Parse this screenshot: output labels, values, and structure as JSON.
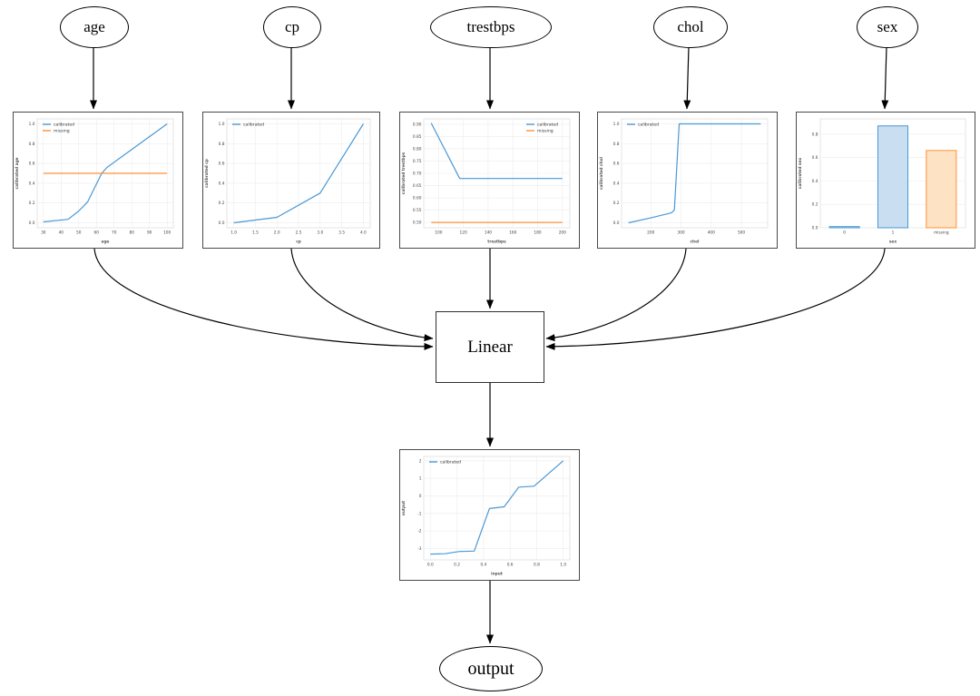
{
  "diagram": {
    "nodes": {
      "age": "age",
      "cp": "cp",
      "trestbps": "trestbps",
      "chol": "chol",
      "sex": "sex",
      "linear": "Linear",
      "output": "output"
    },
    "edges": [
      {
        "from": "age",
        "to": "age calibration plot"
      },
      {
        "from": "cp",
        "to": "cp calibration plot"
      },
      {
        "from": "trestbps",
        "to": "trestbps calibration plot"
      },
      {
        "from": "chol",
        "to": "chol calibration plot"
      },
      {
        "from": "sex",
        "to": "sex calibration plot"
      },
      {
        "from": "age calibration plot",
        "to": "Linear"
      },
      {
        "from": "cp calibration plot",
        "to": "Linear"
      },
      {
        "from": "trestbps calibration plot",
        "to": "Linear"
      },
      {
        "from": "chol calibration plot",
        "to": "Linear"
      },
      {
        "from": "sex calibration plot",
        "to": "Linear"
      },
      {
        "from": "Linear",
        "to": "output calibration plot"
      },
      {
        "from": "output calibration plot",
        "to": "output"
      }
    ]
  },
  "colors": {
    "calibrated_line": "#4a98d4",
    "missing_line": "#ff9136",
    "bar_fill_blue": "#c9def0",
    "bar_fill_orange": "#fde3c3",
    "edge": "#000000",
    "plot_border": "#4a4a4a",
    "grid": "#ececec"
  },
  "chart_data": [
    {
      "name": "age calibration",
      "type": "line",
      "xlabel": "age",
      "ylabel": "calibrated age",
      "xlim": [
        26.5,
        103.5
      ],
      "ylim": [
        -0.05,
        1.05
      ],
      "xticks": [
        30,
        40,
        50,
        60,
        70,
        80,
        90,
        100
      ],
      "xtick_labels": [
        "30",
        "40",
        "50",
        "60",
        "70",
        "80",
        "90",
        "100"
      ],
      "yticks": [
        0.0,
        0.2,
        0.4,
        0.6,
        0.8,
        1.0
      ],
      "ytick_labels": [
        "0.0",
        "0.2",
        "0.4",
        "0.6",
        "0.8",
        "1.0"
      ],
      "series": [
        {
          "name": "calibrated",
          "color": "#4a98d4",
          "points": [
            [
              30,
              0.01
            ],
            [
              44,
              0.035
            ],
            [
              50,
              0.12
            ],
            [
              55,
              0.21
            ],
            [
              63,
              0.5
            ],
            [
              66,
              0.56
            ],
            [
              100,
              1.0
            ]
          ]
        },
        {
          "name": "missing",
          "color": "#ff9136",
          "points": [
            [
              30,
              0.5
            ],
            [
              100,
              0.5
            ]
          ]
        }
      ],
      "legend": {
        "position": "top-left",
        "entries": [
          {
            "label": "calibrated",
            "color": "#4a98d4"
          },
          {
            "label": "missing",
            "color": "#ff9136"
          }
        ]
      }
    },
    {
      "name": "cp calibration",
      "type": "line",
      "xlabel": "cp",
      "ylabel": "calibrated cp",
      "xlim": [
        0.84,
        4.16
      ],
      "ylim": [
        -0.05,
        1.05
      ],
      "xticks": [
        1.0,
        1.5,
        2.0,
        2.5,
        3.0,
        3.5,
        4.0
      ],
      "xtick_labels": [
        "1.0",
        "1.5",
        "2.0",
        "2.5",
        "3.0",
        "3.5",
        "4.0"
      ],
      "yticks": [
        0.0,
        0.2,
        0.4,
        0.6,
        0.8,
        1.0
      ],
      "ytick_labels": [
        "0.0",
        "0.2",
        "0.4",
        "0.6",
        "0.8",
        "1.0"
      ],
      "series": [
        {
          "name": "calibrated",
          "color": "#4a98d4",
          "points": [
            [
              1.0,
              0.0
            ],
            [
              2.0,
              0.055
            ],
            [
              3.0,
              0.3
            ],
            [
              4.0,
              1.0
            ]
          ]
        }
      ],
      "legend": {
        "position": "top-left",
        "entries": [
          {
            "label": "calibrated",
            "color": "#4a98d4"
          }
        ]
      }
    },
    {
      "name": "trestbps calibration",
      "type": "line",
      "xlabel": "trestbps",
      "ylabel": "calibrated trestbps",
      "xlim": [
        88,
        206
      ],
      "ylim": [
        0.478,
        0.922
      ],
      "xticks": [
        100,
        120,
        140,
        160,
        180,
        200
      ],
      "xtick_labels": [
        "100",
        "120",
        "140",
        "160",
        "180",
        "200"
      ],
      "yticks": [
        0.5,
        0.55,
        0.6,
        0.65,
        0.7,
        0.75,
        0.8,
        0.85,
        0.9
      ],
      "ytick_labels": [
        "0.50",
        "0.55",
        "0.60",
        "0.65",
        "0.70",
        "0.75",
        "0.80",
        "0.85",
        "0.90"
      ],
      "series": [
        {
          "name": "calibrated",
          "color": "#4a98d4",
          "points": [
            [
              94,
              0.905
            ],
            [
              117,
              0.679
            ],
            [
              200,
              0.679
            ]
          ]
        },
        {
          "name": "missing",
          "color": "#ff9136",
          "points": [
            [
              94,
              0.5
            ],
            [
              200,
              0.5
            ]
          ]
        }
      ],
      "legend": {
        "position": "top-right",
        "entries": [
          {
            "label": "calibrated",
            "color": "#4a98d4"
          },
          {
            "label": "missing",
            "color": "#ff9136"
          }
        ]
      }
    },
    {
      "name": "chol calibration",
      "type": "line",
      "xlabel": "chol",
      "ylabel": "calibrated chol",
      "xlim": [
        103,
        587
      ],
      "ylim": [
        -0.05,
        1.05
      ],
      "xticks": [
        200,
        300,
        400,
        500
      ],
      "xtick_labels": [
        "200",
        "300",
        "400",
        "500"
      ],
      "yticks": [
        0.0,
        0.2,
        0.4,
        0.6,
        0.8,
        1.0
      ],
      "ytick_labels": [
        "0.0",
        "0.2",
        "0.4",
        "0.6",
        "0.8",
        "1.0"
      ],
      "series": [
        {
          "name": "calibrated",
          "color": "#4a98d4",
          "points": [
            [
              126,
              0.0
            ],
            [
              200,
              0.05
            ],
            [
              268,
              0.1
            ],
            [
              278,
              0.13
            ],
            [
              294,
              1.0
            ],
            [
              564,
              1.0
            ]
          ]
        }
      ],
      "legend": {
        "position": "top-left",
        "entries": [
          {
            "label": "calibrated",
            "color": "#4a98d4"
          }
        ]
      }
    },
    {
      "name": "sex calibration",
      "type": "bar",
      "xlabel": "sex",
      "ylabel": "calibrated sex",
      "categories": [
        "0",
        "1",
        "missing"
      ],
      "values": [
        0.01,
        0.87,
        0.66
      ],
      "bar_fill": [
        "#c9def0",
        "#c9def0",
        "#fde3c3"
      ],
      "bar_stroke": [
        "#4a98d4",
        "#4a98d4",
        "#ff9136"
      ],
      "ylim": [
        0,
        0.93
      ],
      "yticks": [
        0.0,
        0.2,
        0.4,
        0.6,
        0.8
      ],
      "ytick_labels": [
        "0.0",
        "0.2",
        "0.4",
        "0.6",
        "0.8"
      ]
    },
    {
      "name": "output calibration",
      "type": "line",
      "xlabel": "input",
      "ylabel": "output",
      "xlim": [
        -0.05,
        1.05
      ],
      "ylim": [
        -3.65,
        2.25
      ],
      "xticks": [
        0.0,
        0.2,
        0.4,
        0.6,
        0.8,
        1.0
      ],
      "xtick_labels": [
        "0.0",
        "0.2",
        "0.4",
        "0.6",
        "0.8",
        "1.0"
      ],
      "yticks": [
        -3,
        -2,
        -1,
        0,
        1,
        2
      ],
      "ytick_labels": [
        "-3",
        "-2",
        "-1",
        "0",
        "1",
        "2"
      ],
      "series": [
        {
          "name": "calibrated",
          "color": "#4a98d4",
          "points": [
            [
              0.0,
              -3.32
            ],
            [
              0.11,
              -3.3
            ],
            [
              0.22,
              -3.17
            ],
            [
              0.33,
              -3.15
            ],
            [
              0.445,
              -0.72
            ],
            [
              0.555,
              -0.62
            ],
            [
              0.665,
              0.5
            ],
            [
              0.78,
              0.55
            ],
            [
              1.0,
              2.0
            ]
          ]
        }
      ],
      "legend": {
        "position": "top-left",
        "entries": [
          {
            "label": "calibrated",
            "color": "#4a98d4"
          }
        ]
      }
    }
  ]
}
